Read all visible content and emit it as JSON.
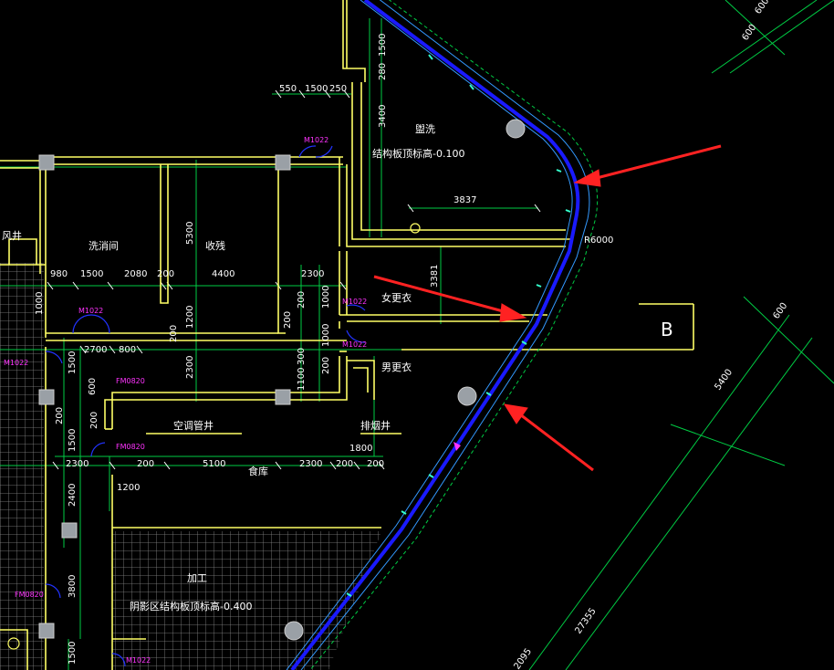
{
  "colors": {
    "background": "#000000",
    "wall": "#ffff66",
    "dimension": "#00cc44",
    "curved_wall": "#1a1aff",
    "curved_wall_outer": "#3399ff",
    "column": "#9aa0a6",
    "door_arc": "#2233ff",
    "tag": "#ff33ff",
    "arrow": "#ff2222",
    "text": "#ffffff",
    "hatch": "#9a9a9a"
  },
  "labels": {
    "bath": "盥洗",
    "slab_elev_top": "结构板顶标高-0.100",
    "washroom": "洗消间",
    "receiving": "收残",
    "fan_shaft": "风井",
    "female_changing": "女更衣",
    "male_changing": "男更衣",
    "exhaust_shaft": "排烟井",
    "ac_pipe_shaft": "空调管井",
    "food_store": "食库",
    "processing": "加工",
    "slab_elev_shade": "阴影区结构板顶标高-0.400",
    "radius": "R6000",
    "grid_b": "B"
  },
  "tags": {
    "door_m1": "M1022",
    "door_m2": "M1022",
    "door_m3": "M1022",
    "door_m4": "M1022",
    "door_left": "M1022",
    "fire_door_1": "FM0820",
    "fire_door_2": "FM0820",
    "fire_door_3": "FM0820",
    "door_bottom": "M1022"
  },
  "dimensions": {
    "d550": "550",
    "d1500a": "1500",
    "d250": "250",
    "d1500v": "1500",
    "d280": "280",
    "d3400": "3400",
    "d3837": "3837",
    "d5300": "5300",
    "d980": "980",
    "d1500b": "1500",
    "d2080": "2080",
    "d200a": "200",
    "d4400": "4400",
    "d2300a": "2300",
    "d1000a": "1000",
    "d3381": "3381",
    "d200b": "200",
    "d1000b": "1000",
    "d200c": "200",
    "d1000c": "1000",
    "d1200a": "1200",
    "d200d": "200",
    "d2700": "2700",
    "d800": "800",
    "d1500c": "1500",
    "d300": "300",
    "d1100": "1100",
    "d200e": "200",
    "d2300b": "2300",
    "d600": "600",
    "d200f": "200",
    "d200g": "200",
    "d1500d": "1500",
    "d1800": "1800",
    "d2300c": "2300",
    "d200h": "200",
    "d5100": "5100",
    "d2300d": "2300",
    "d200i": "200",
    "d200j": "200",
    "d1200b": "1200",
    "d2400": "2400",
    "d3800": "3800",
    "d1500e": "1500",
    "d5400": "5400",
    "d27355": "27355",
    "d2095": "2095",
    "d600tr": "600",
    "d600tr2": "600",
    "d600tr3": "600"
  }
}
